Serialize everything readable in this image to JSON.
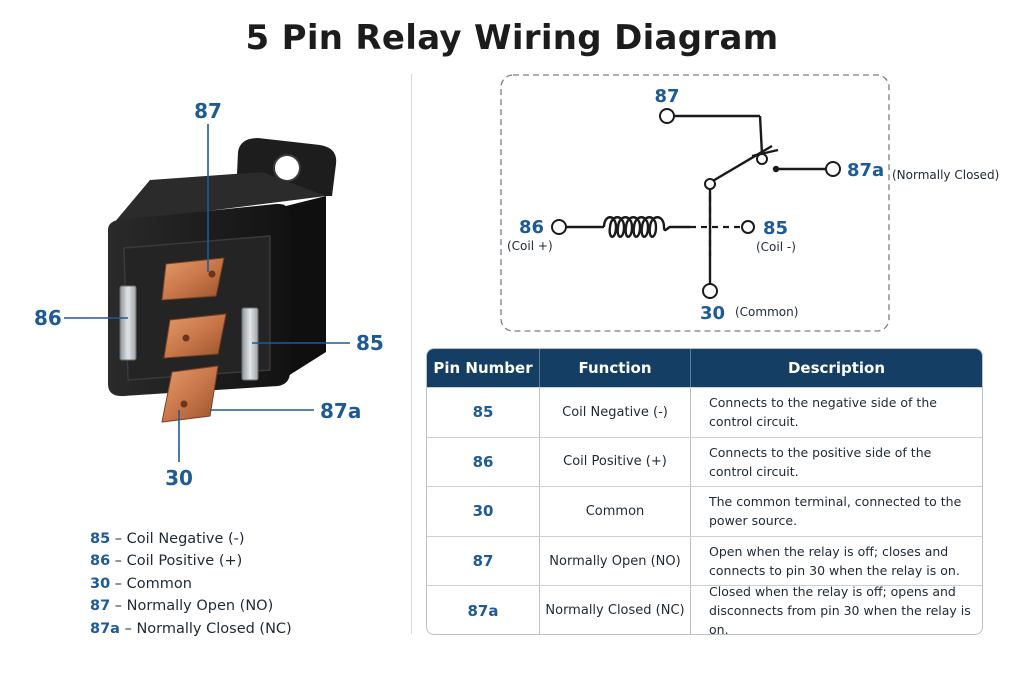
{
  "title": "5 Pin Relay Wiring Diagram",
  "relay_photo": {
    "callouts": {
      "pin87": "87",
      "pin86": "86",
      "pin85": "85",
      "pin87a": "87a",
      "pin30": "30"
    }
  },
  "schematic": {
    "pin87": "87",
    "pin87a": "87a",
    "pin87a_note": "(Normally Closed)",
    "pin86": "86",
    "pin86_note": "(Coil +)",
    "pin85": "85",
    "pin85_note": "(Coil -)",
    "pin30": "30",
    "pin30_note": "(Common)"
  },
  "legend": [
    {
      "num": "85",
      "sep": " – ",
      "text": "Coil Negative (-)"
    },
    {
      "num": "86",
      "sep": " – ",
      "text": "Coil Positive (+)"
    },
    {
      "num": "30",
      "sep": " – ",
      "text": "Common"
    },
    {
      "num": "87",
      "sep": " – ",
      "text": "Normally Open (NO)"
    },
    {
      "num": "87a",
      "sep": " – ",
      "text": "Normally Closed (NC)"
    }
  ],
  "table": {
    "headers": [
      "Pin Number",
      "Function",
      "Description"
    ],
    "rows": [
      {
        "pin": "85",
        "function": "Coil Negative (-)",
        "description": "Connects to the negative side of the control circuit."
      },
      {
        "pin": "86",
        "function": "Coil Positive (+)",
        "description": "Connects to the positive side of the control circuit."
      },
      {
        "pin": "30",
        "function": "Common",
        "description": "The common terminal, connected to the power source."
      },
      {
        "pin": "87",
        "function": "Normally Open (NO)",
        "description": "Open when the relay is off; closes and connects to pin 30 when the relay is on."
      },
      {
        "pin": "87a",
        "function": "Normally Closed (NC)",
        "description": "Closed when the relay is off; opens and disconnects from pin 30 when the relay is on."
      }
    ]
  },
  "colors": {
    "accent_blue": "#1e5a96",
    "header_navy": "#153e64",
    "copper": "#c9774a",
    "relay_body": "#1a1a1a"
  }
}
